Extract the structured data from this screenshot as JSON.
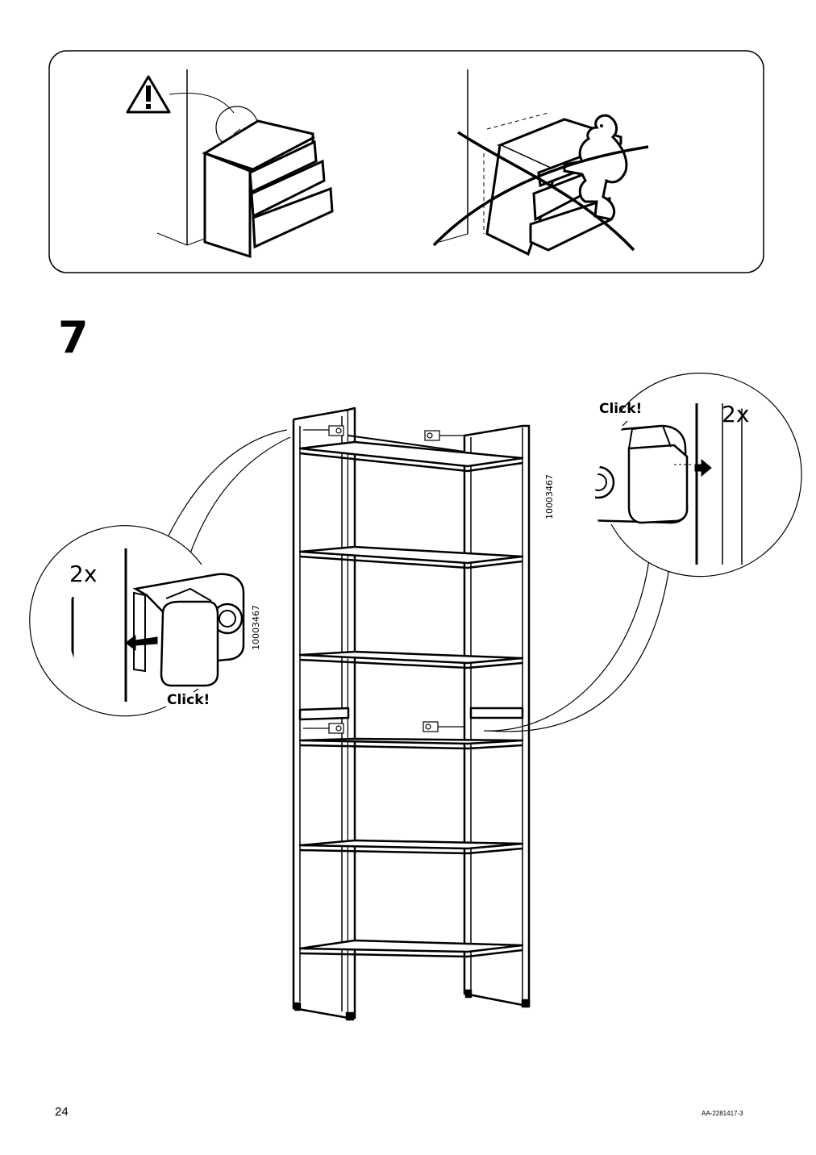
{
  "warning_panel": {
    "warning_icon": "warning-triangle-icon",
    "correct_illustration": "dresser-anchored-to-wall",
    "incorrect_illustration": "child-climbing-dresser-crossed-out"
  },
  "step": {
    "number": "7"
  },
  "callouts": {
    "left": {
      "count": "2x",
      "click_label": "Click!",
      "part_number": "10003467"
    },
    "right": {
      "count": "2x",
      "click_label": "Click!",
      "part_number": "10003467"
    }
  },
  "footer": {
    "page_number": "24",
    "doc_code": "AA-2281417-3"
  }
}
